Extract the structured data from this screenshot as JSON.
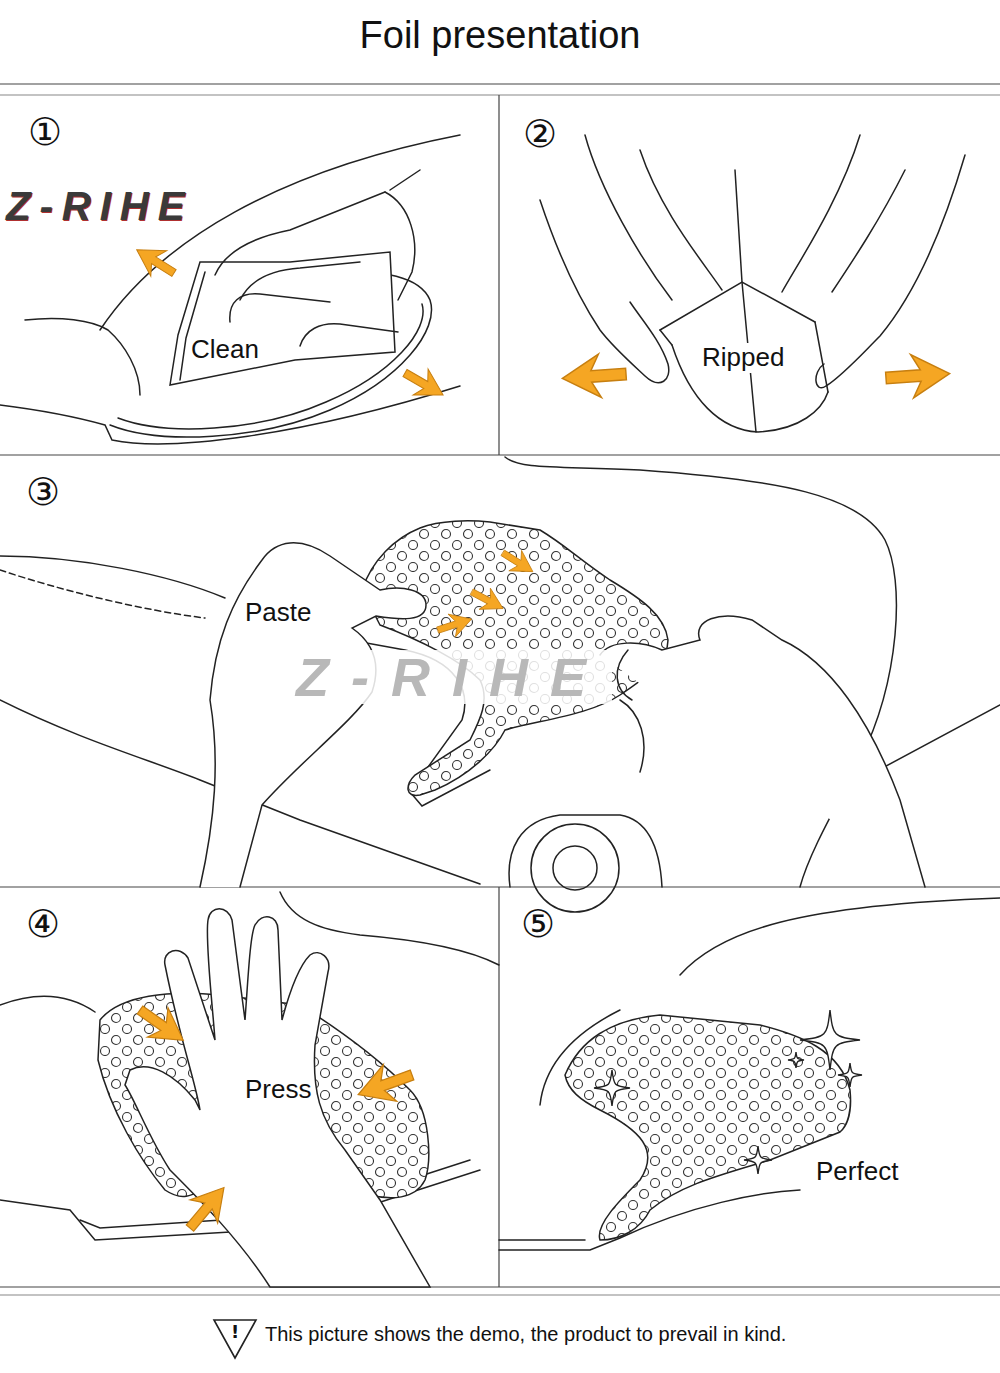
{
  "diagram": {
    "title": "Foil presentation",
    "caption": "This picture shows the demo, the product to prevail in kind.",
    "nodes": [
      {
        "text": [
          "①",
          "Clean"
        ]
      },
      {
        "text": [
          "②",
          "Ripped"
        ]
      },
      {
        "text": [
          "③",
          "Paste"
        ]
      },
      {
        "text": [
          "④",
          "Press"
        ]
      },
      {
        "text": [
          "⑤",
          "Perfect"
        ]
      }
    ],
    "labels": [
      "Z-RIHE",
      "Z-RIHE",
      "!"
    ]
  }
}
